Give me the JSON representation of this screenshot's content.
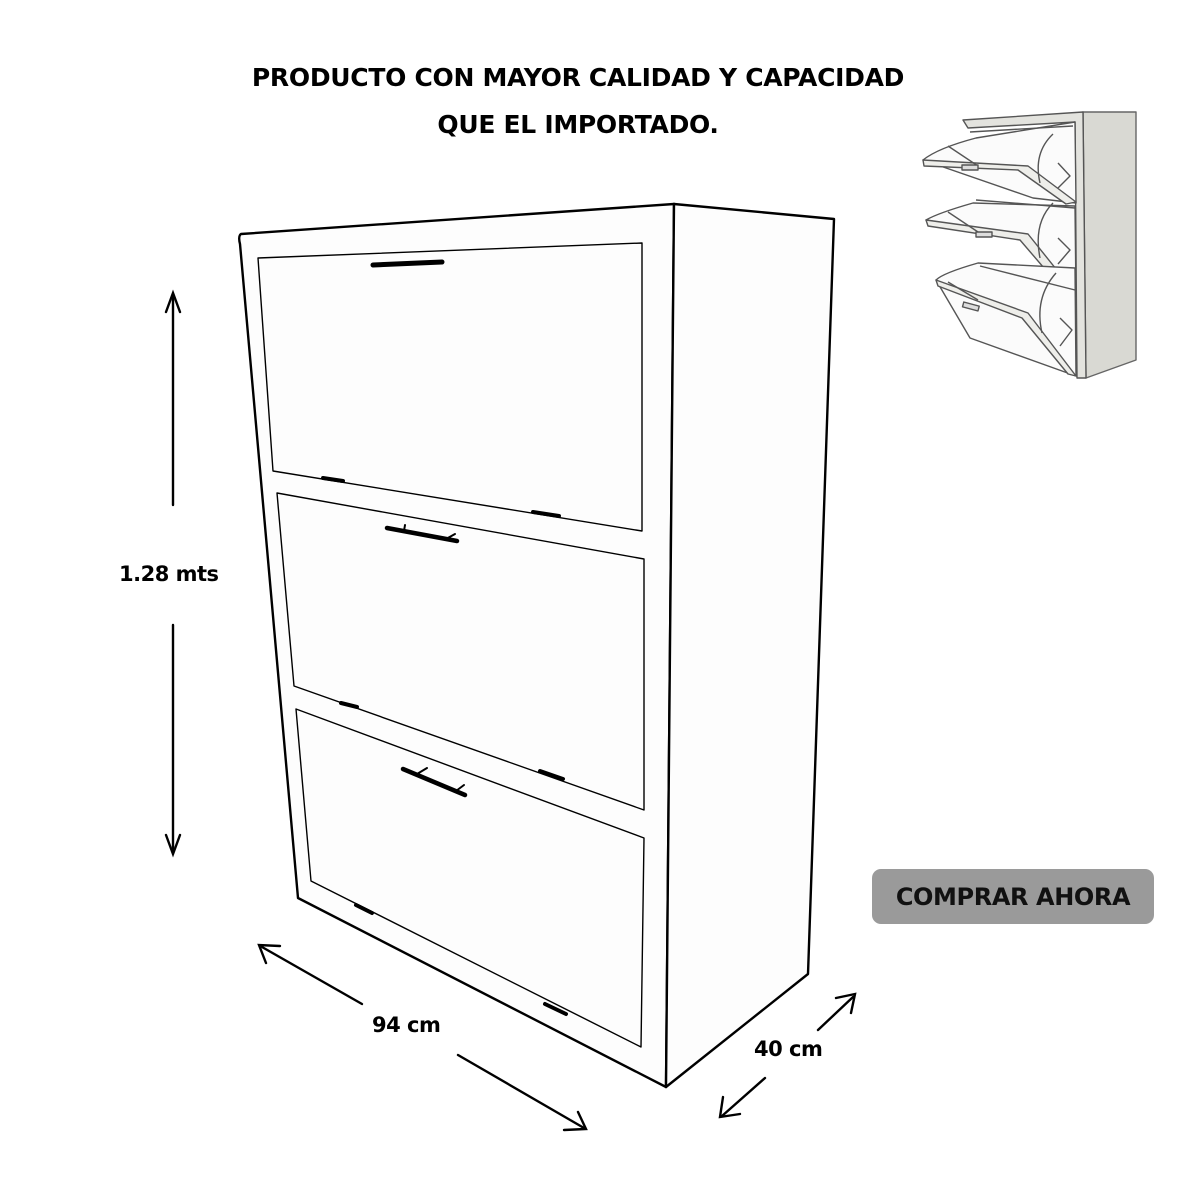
{
  "headline": {
    "line1": "PRODUCTO CON MAYOR CALIDAD Y CAPACIDAD",
    "line2": "QUE EL IMPORTADO."
  },
  "dimensions": {
    "height": "1.28 mts",
    "width": "94 cm",
    "depth": "40 cm"
  },
  "product": {
    "drawing": "shoe-cabinet-line-drawing",
    "doors": 3,
    "thumbnail": "shoe-cabinet-open-thumbnail"
  },
  "cta": {
    "label": "COMPRAR AHORA",
    "background": "#9a9a9a",
    "text_color": "#111111"
  },
  "colors": {
    "background": "#ffffff",
    "line": "#000000",
    "thumbnail_side": "#d9d9d3"
  }
}
